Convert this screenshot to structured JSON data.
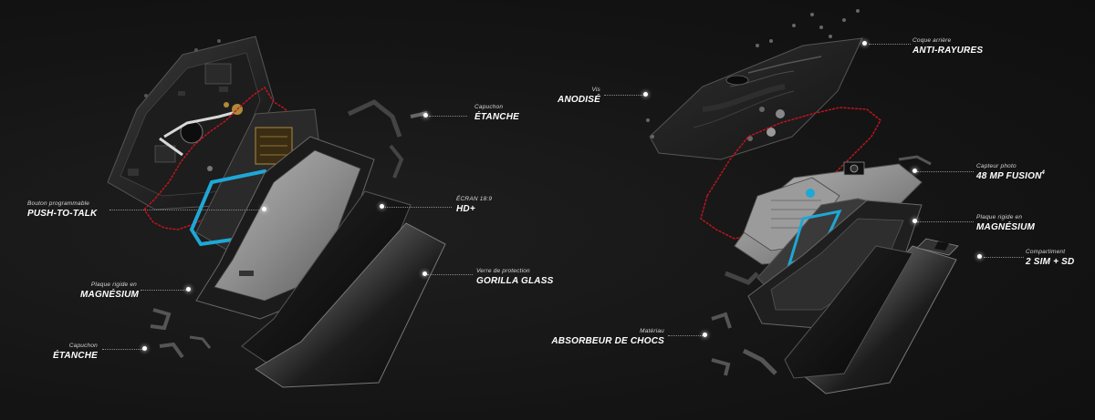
{
  "colors": {
    "background": "#141414",
    "text": "#ffffff",
    "gasket_red": "#c8141e",
    "accent_blue": "#1fa7d6",
    "circuit_gold": "#b08a3a"
  },
  "labels": {
    "capuchon_top": {
      "caption": "Capuchon",
      "main": "ÉTANCHE"
    },
    "ptt": {
      "caption": "Bouton programmable",
      "main": "PUSH-TO-TALK"
    },
    "ecran": {
      "caption": "ÉCRAN 18:9",
      "main": "HD+"
    },
    "verre": {
      "caption": "Verre de protection",
      "main": "GORILLA GLASS"
    },
    "plaque_left": {
      "caption": "Plaque rigide en",
      "main": "MAGNÉSIUM"
    },
    "capuchon_bottom": {
      "caption": "Capuchon",
      "main": "ÉTANCHE"
    },
    "coque": {
      "caption": "Coque arrière",
      "main": "ANTI-RAYURES"
    },
    "vis": {
      "caption": "Vis",
      "main": "ANODISÉ"
    },
    "capteur": {
      "caption": "Capteur photo",
      "main": "48 MP FUSION",
      "sup": "4"
    },
    "plaque_right": {
      "caption": "Plaque rigide en",
      "main": "MAGNÉSIUM"
    },
    "compartiment": {
      "caption": "Compartiment",
      "main": "2 SIM + SD"
    },
    "materiau": {
      "caption": "Matériau",
      "main": "ABSORBEUR DE CHOCS"
    }
  }
}
